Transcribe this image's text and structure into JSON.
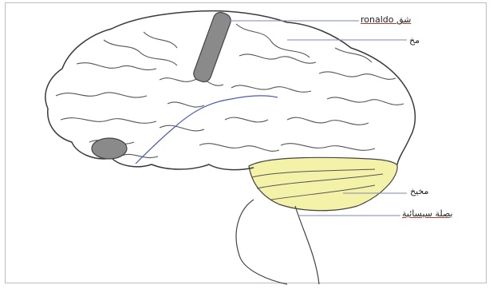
{
  "labels": {
    "top_label": "شق ronaldo",
    "brain_label": "مخ",
    "cerebellum_label": "مخيخ",
    "brainstem_label": "بصلة سيسائية"
  },
  "colors": {
    "outline": "#3a3a3a",
    "gyri": "#555555",
    "fissure_fill": "#8a8a8a",
    "cerebellum_fill": "#f4f1a8",
    "leader_line": "#7f86b8",
    "central_line": "#4a5bb5"
  }
}
